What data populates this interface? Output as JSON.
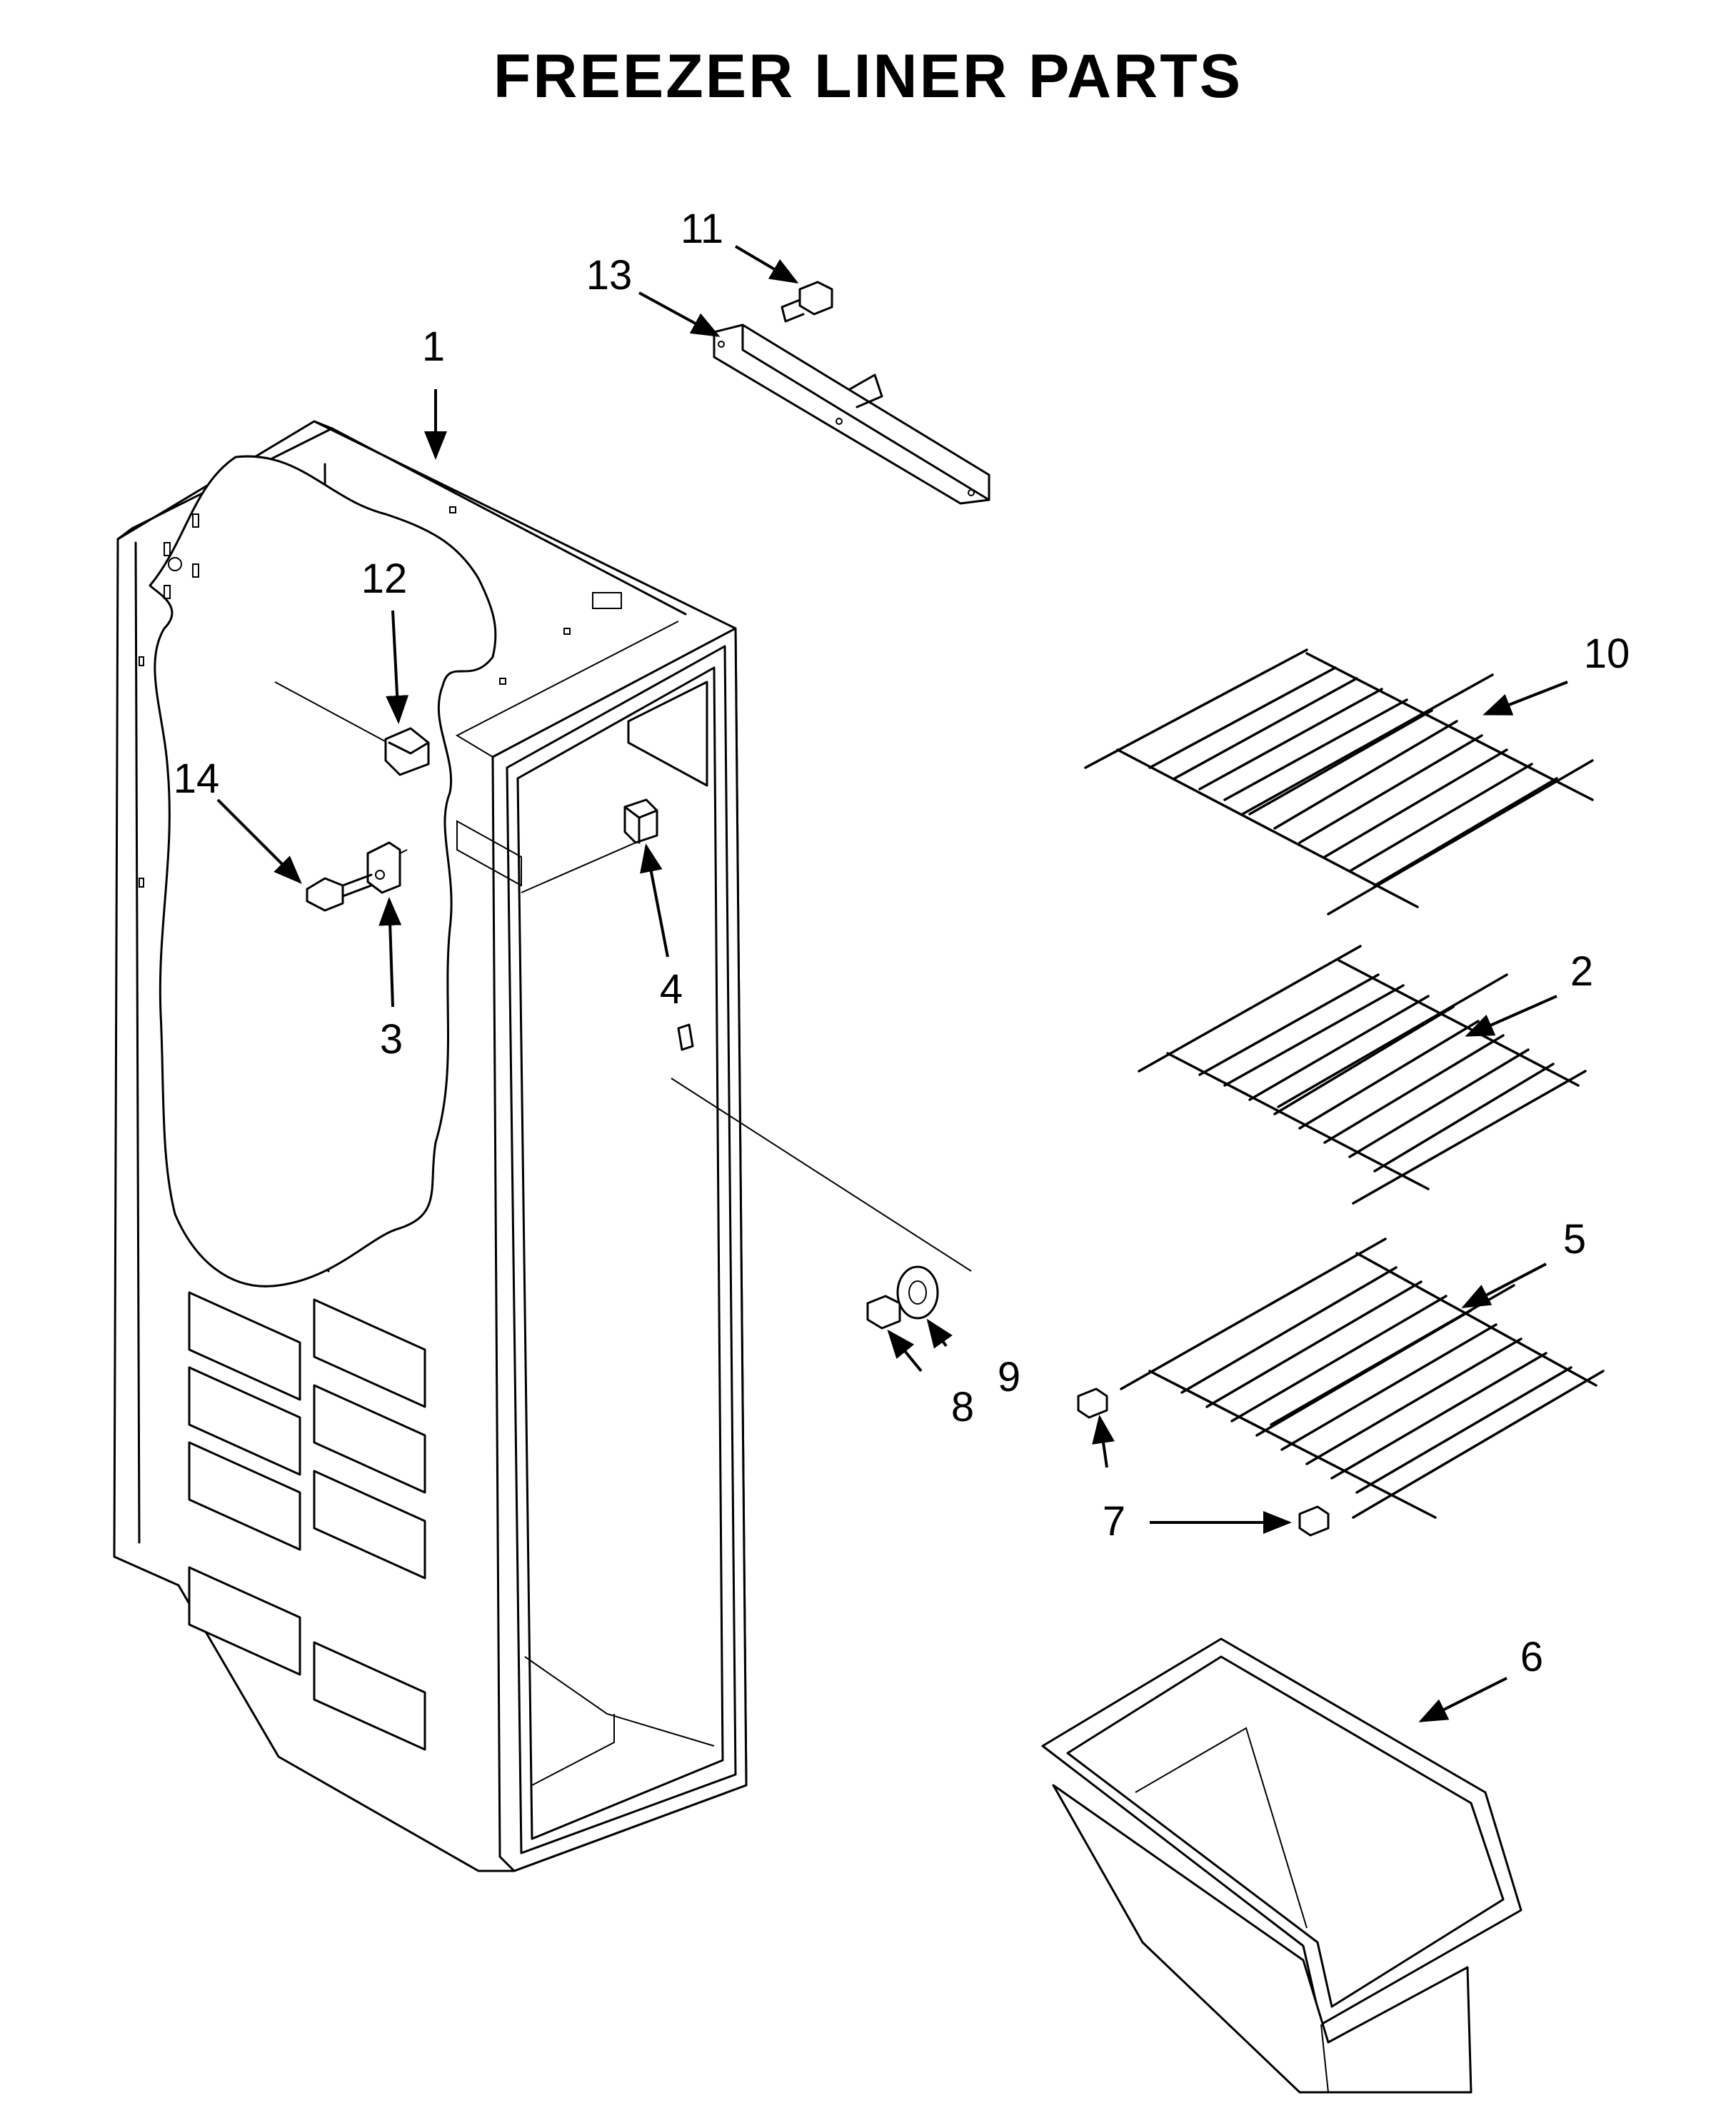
{
  "title": "FREEZER LINER PARTS",
  "callouts": {
    "c1": "1",
    "c2": "2",
    "c3": "3",
    "c4": "4",
    "c5": "5",
    "c6": "6",
    "c7": "7",
    "c8": "8",
    "c9": "9",
    "c10": "10",
    "c11": "11",
    "c12": "12",
    "c13": "13",
    "c14": "14"
  }
}
